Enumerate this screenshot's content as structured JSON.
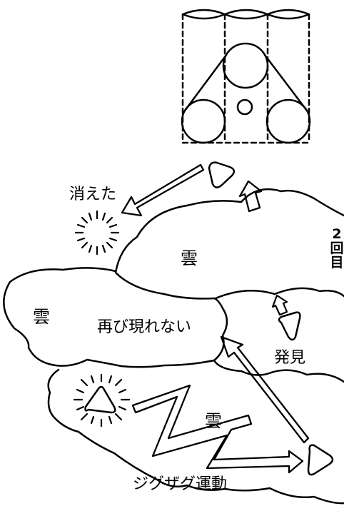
{
  "labels": {
    "vanished": "消えた",
    "cloud_upper": "雲",
    "cloud_left": "雲",
    "cloud_lower": "雲",
    "not_reappear": "再び現れない",
    "found": "発見",
    "zigzag": "ジグザグ運動",
    "round": "2回目"
  },
  "colors": {
    "line": "#000000",
    "background": "#ffffff"
  }
}
